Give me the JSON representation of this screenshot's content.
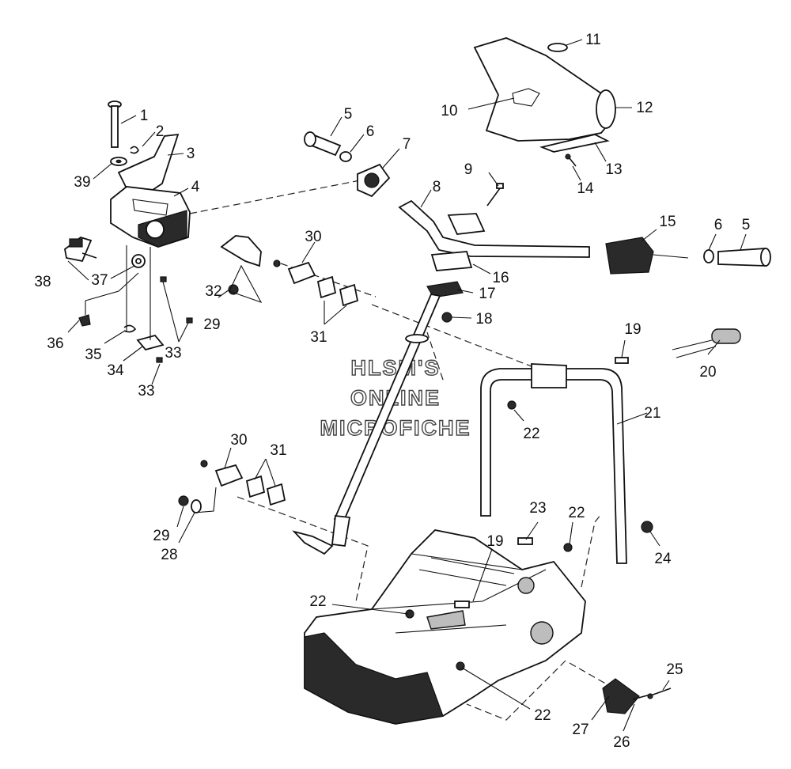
{
  "watermark": {
    "line1": "HLSM'S",
    "line2": "ONLINE",
    "line3": "MICROFICHE"
  },
  "callouts": [
    {
      "id": "c1",
      "label": "1"
    },
    {
      "id": "c2",
      "label": "2"
    },
    {
      "id": "c3",
      "label": "3"
    },
    {
      "id": "c4",
      "label": "4"
    },
    {
      "id": "c5a",
      "label": "5"
    },
    {
      "id": "c6a",
      "label": "6"
    },
    {
      "id": "c7",
      "label": "7"
    },
    {
      "id": "c8",
      "label": "8"
    },
    {
      "id": "c9",
      "label": "9"
    },
    {
      "id": "c10",
      "label": "10"
    },
    {
      "id": "c11",
      "label": "11"
    },
    {
      "id": "c12",
      "label": "12"
    },
    {
      "id": "c13",
      "label": "13"
    },
    {
      "id": "c14",
      "label": "14"
    },
    {
      "id": "c15",
      "label": "15"
    },
    {
      "id": "c6b",
      "label": "6"
    },
    {
      "id": "c5b",
      "label": "5"
    },
    {
      "id": "c16",
      "label": "16"
    },
    {
      "id": "c17",
      "label": "17"
    },
    {
      "id": "c18",
      "label": "18"
    },
    {
      "id": "c19a",
      "label": "19"
    },
    {
      "id": "c20",
      "label": "20"
    },
    {
      "id": "c21",
      "label": "21"
    },
    {
      "id": "c22a",
      "label": "22"
    },
    {
      "id": "c23",
      "label": "23"
    },
    {
      "id": "c22b",
      "label": "22"
    },
    {
      "id": "c24",
      "label": "24"
    },
    {
      "id": "c19b",
      "label": "19"
    },
    {
      "id": "c22c",
      "label": "22"
    },
    {
      "id": "c22d",
      "label": "22"
    },
    {
      "id": "c25",
      "label": "25"
    },
    {
      "id": "c26",
      "label": "26"
    },
    {
      "id": "c27",
      "label": "27"
    },
    {
      "id": "c30a",
      "label": "30"
    },
    {
      "id": "c31a",
      "label": "31"
    },
    {
      "id": "c32",
      "label": "32"
    },
    {
      "id": "c29a",
      "label": "29"
    },
    {
      "id": "c30b",
      "label": "30"
    },
    {
      "id": "c31b",
      "label": "31"
    },
    {
      "id": "c29b",
      "label": "29"
    },
    {
      "id": "c28",
      "label": "28"
    },
    {
      "id": "c38",
      "label": "38"
    },
    {
      "id": "c37",
      "label": "37"
    },
    {
      "id": "c36",
      "label": "36"
    },
    {
      "id": "c35",
      "label": "35"
    },
    {
      "id": "c34",
      "label": "34"
    },
    {
      "id": "c33a",
      "label": "33"
    },
    {
      "id": "c33b",
      "label": "33"
    },
    {
      "id": "c39",
      "label": "39"
    }
  ]
}
